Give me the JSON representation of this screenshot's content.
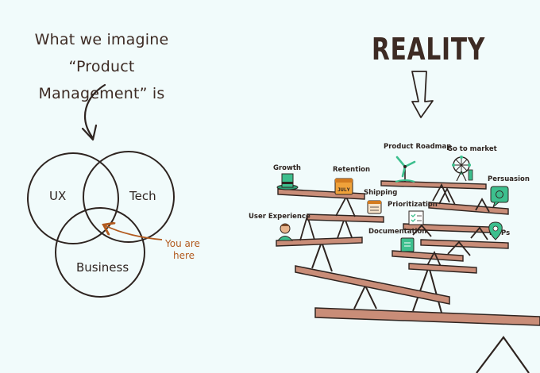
{
  "left": {
    "title_line1": "What we imagine",
    "title_line2": "“Product Management” is",
    "venn": {
      "circle_a": "UX",
      "circle_b": "Tech",
      "circle_c": "Business",
      "annotation_line1": "You are",
      "annotation_line2": "here"
    }
  },
  "right": {
    "title": "REALITY",
    "topics": {
      "growth": "Growth",
      "retention": "Retention",
      "product_roadmap": "Product Roadmap",
      "go_to_market": "Go to market",
      "persuasion": "Persuasion",
      "shipping": "Shipping",
      "prioritization": "Prioritization",
      "user_experience": "User Experience",
      "documentation": "Documentation",
      "mvps": "MVPs"
    },
    "icons": {
      "growth": "top-hat-icon",
      "retention": "calendar-july-icon",
      "product_roadmap": "wind-turbine-icon",
      "go_to_market": "ferris-wheel-icon",
      "persuasion": "speech-bubble-icon",
      "shipping": "calendar-icon",
      "prioritization": "checklist-icon",
      "user_experience": "person-icon",
      "documentation": "document-icon",
      "mvps": "location-pin-icon"
    },
    "calendar_text": "JULY"
  },
  "colors": {
    "background": "#f1fbfb",
    "ink": "#3d2b24",
    "plank": "#c98d78",
    "annotation": "#b25a1e",
    "icon_green": "#3dbf8e"
  }
}
